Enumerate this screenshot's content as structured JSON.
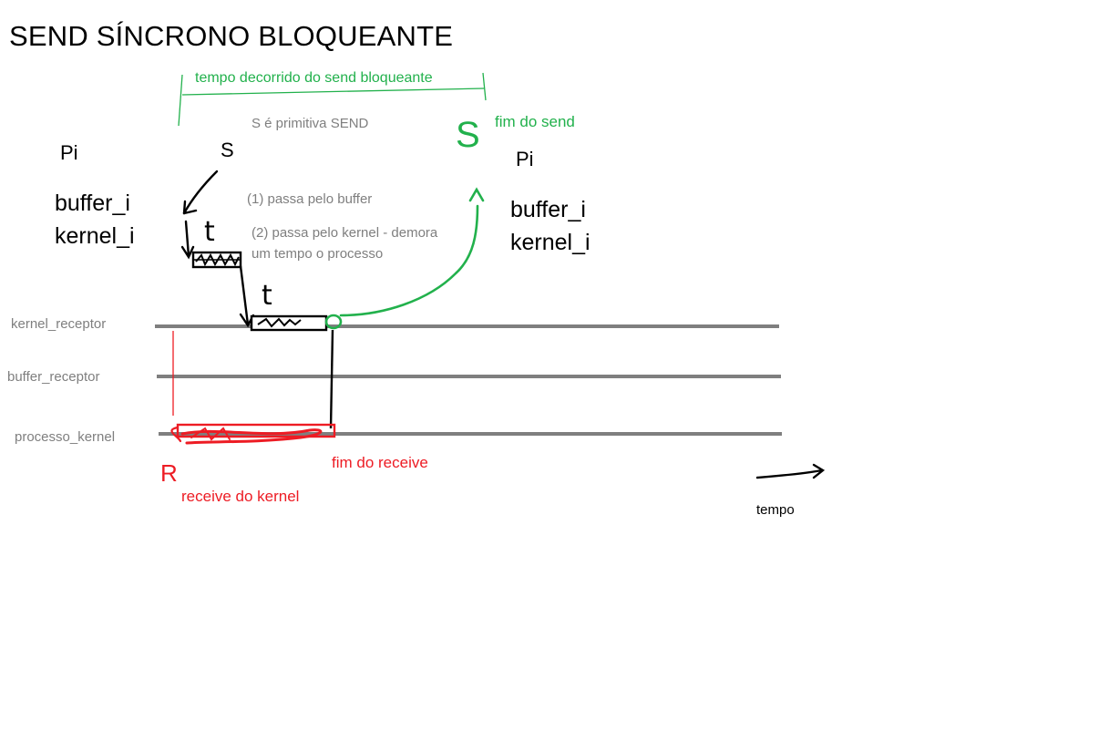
{
  "title": "SEND SÍNCRONO BLOQUEANTE",
  "labels": {
    "elapsed": "tempo decorrido do send bloqueante",
    "primitive": "S é primitiva SEND",
    "end_send": "fim do send",
    "s_start": "S",
    "s_end": "S",
    "pi_left": "Pi",
    "pi_right": "Pi",
    "buffer_left": "buffer_i",
    "kernel_left": "kernel_i",
    "buffer_right": "buffer_i",
    "kernel_right": "kernel_i",
    "step1": "(1) passa pelo buffer",
    "step2_line1": "(2) passa pelo kernel - demora",
    "step2_line2": "um tempo o processo",
    "t1": "t",
    "t2": "t",
    "end_receive": "fim do receive",
    "r_label": "R",
    "kernel_receive": "receive do kernel",
    "time_axis": "tempo"
  },
  "lanes": {
    "kernel_receptor": "kernel_receptor",
    "buffer_receptor": "buffer_receptor",
    "processo_kernel": "processo_kernel"
  },
  "colors": {
    "green": "#22b14c",
    "red": "#ed1c24",
    "gray_text": "#7f7f7f",
    "lane_line": "#7f7f7f",
    "ink": "#000000"
  }
}
